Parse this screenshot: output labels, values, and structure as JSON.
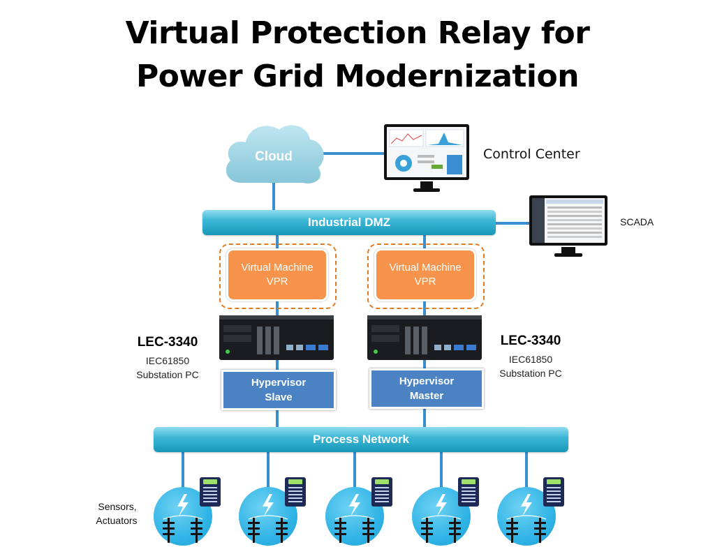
{
  "title": {
    "line1": "Virtual Protection Relay for",
    "line2": "Power Grid Modernization"
  },
  "cloud": {
    "label": "Cloud"
  },
  "control_center": {
    "label": "Control Center"
  },
  "scada": {
    "label": "SCADA"
  },
  "industrial_dmz": {
    "label": "Industrial DMZ"
  },
  "process_network": {
    "label": "Process Network"
  },
  "left_unit": {
    "vm_line1": "Virtual Machine",
    "vm_line2": "VPR",
    "device_name": "LEC-3340",
    "device_sub1": "IEC61850",
    "device_sub2": "Substation PC",
    "hypervisor_line1": "Hypervisor",
    "hypervisor_line2": "Slave"
  },
  "right_unit": {
    "vm_line1": "Virtual Machine",
    "vm_line2": "VPR",
    "device_name": "LEC-3340",
    "device_sub1": "IEC61850",
    "device_sub2": "Substation PC",
    "hypervisor_line1": "Hypervisor",
    "hypervisor_line2": "Master"
  },
  "sensors": {
    "line1": "Sensors,",
    "line2": "Actuators"
  },
  "colors": {
    "bar": "#1797b8",
    "link": "#3a8fd0",
    "vm": "#f7934a",
    "hypervisor": "#4a82c4",
    "cloud": "#9fd3e3",
    "node": "#31b4e6"
  },
  "icons": [
    "cloud-icon",
    "monitor-icon",
    "server-icon",
    "lightning-icon",
    "transmission-tower-icon",
    "relay-device-icon"
  ]
}
